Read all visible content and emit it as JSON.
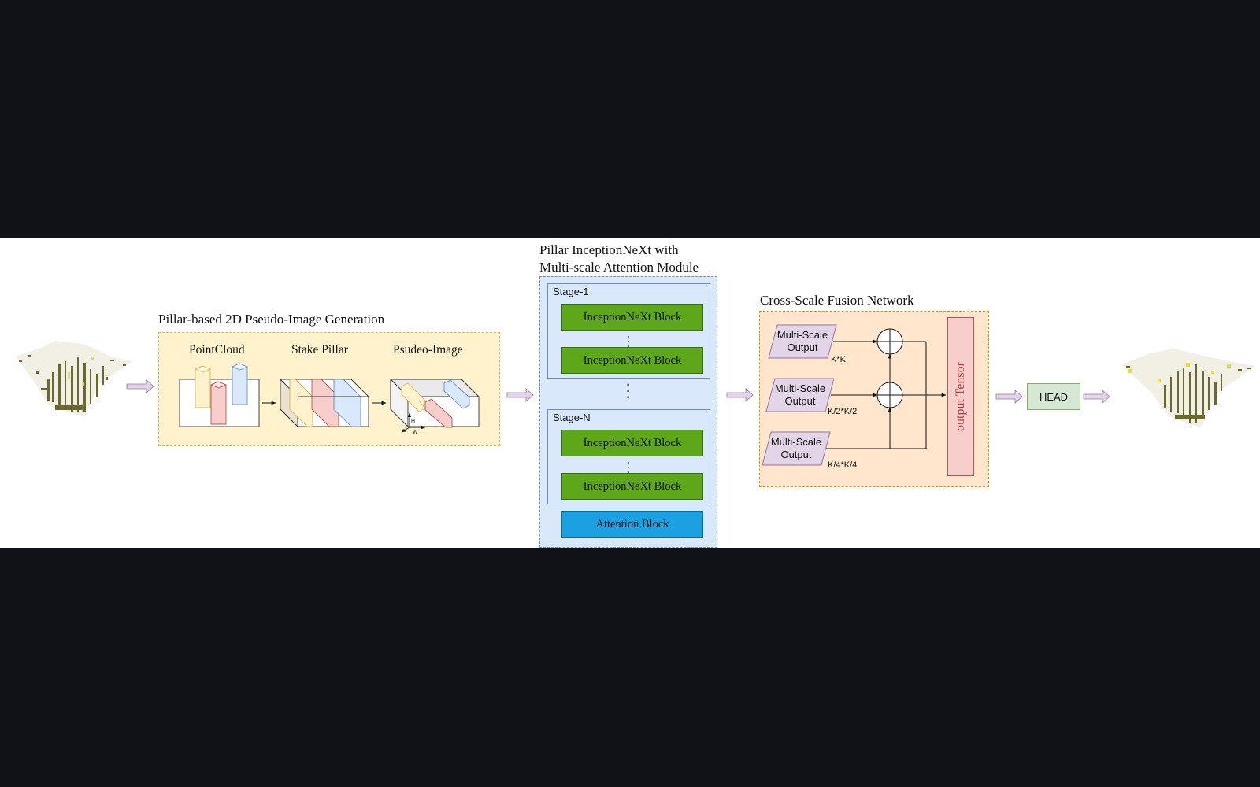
{
  "sections": {
    "pillar": {
      "title": "Pillar-based 2D Pseudo-Image Generation",
      "subtitles": [
        "PointCloud",
        "Stake Pillar",
        "Psudeo-Image"
      ],
      "axis_letters": {
        "h": "H",
        "c": "C",
        "w": "W"
      }
    },
    "inception": {
      "title_line1": "Pillar InceptionNeXt with",
      "title_line2": "Multi-scale Attention Module",
      "stage_first": "Stage-1",
      "stage_last": "Stage-N",
      "block_label": "InceptionNeXt Block",
      "attention_label": "Attention Block"
    },
    "fusion": {
      "title": "Cross-Scale Fusion Network",
      "ms_label_line1": "Multi-Scale",
      "ms_label_line2": "Output",
      "scales": [
        "K*K",
        "K/2*K/2",
        "K/4*K/4"
      ],
      "tensor_label": "output Tensor"
    },
    "head": {
      "label": "HEAD"
    }
  },
  "colors": {
    "background": "#111217",
    "panel": "#ffffff",
    "pillar_box_fill": "#fff2cc",
    "inception_box_fill": "#dae8fc",
    "block_green": "#5ea71a",
    "attention_blue": "#1ba1e2",
    "fusion_box_fill": "#ffe6cc",
    "tensor_fill": "#f8cecc",
    "parallelogram_fill": "#e1d5e7",
    "head_fill": "#d5e8d4",
    "flow_arrow": "#e1d5e7",
    "yellow_pillar": "#fff2cc",
    "red_pillar": "#f8cecc",
    "blue_pillar": "#dae8fc"
  },
  "icons": {
    "input_cloud": "point-cloud-icon",
    "output_cloud": "detected-point-cloud-icon",
    "sum": "circle-plus-icon"
  }
}
